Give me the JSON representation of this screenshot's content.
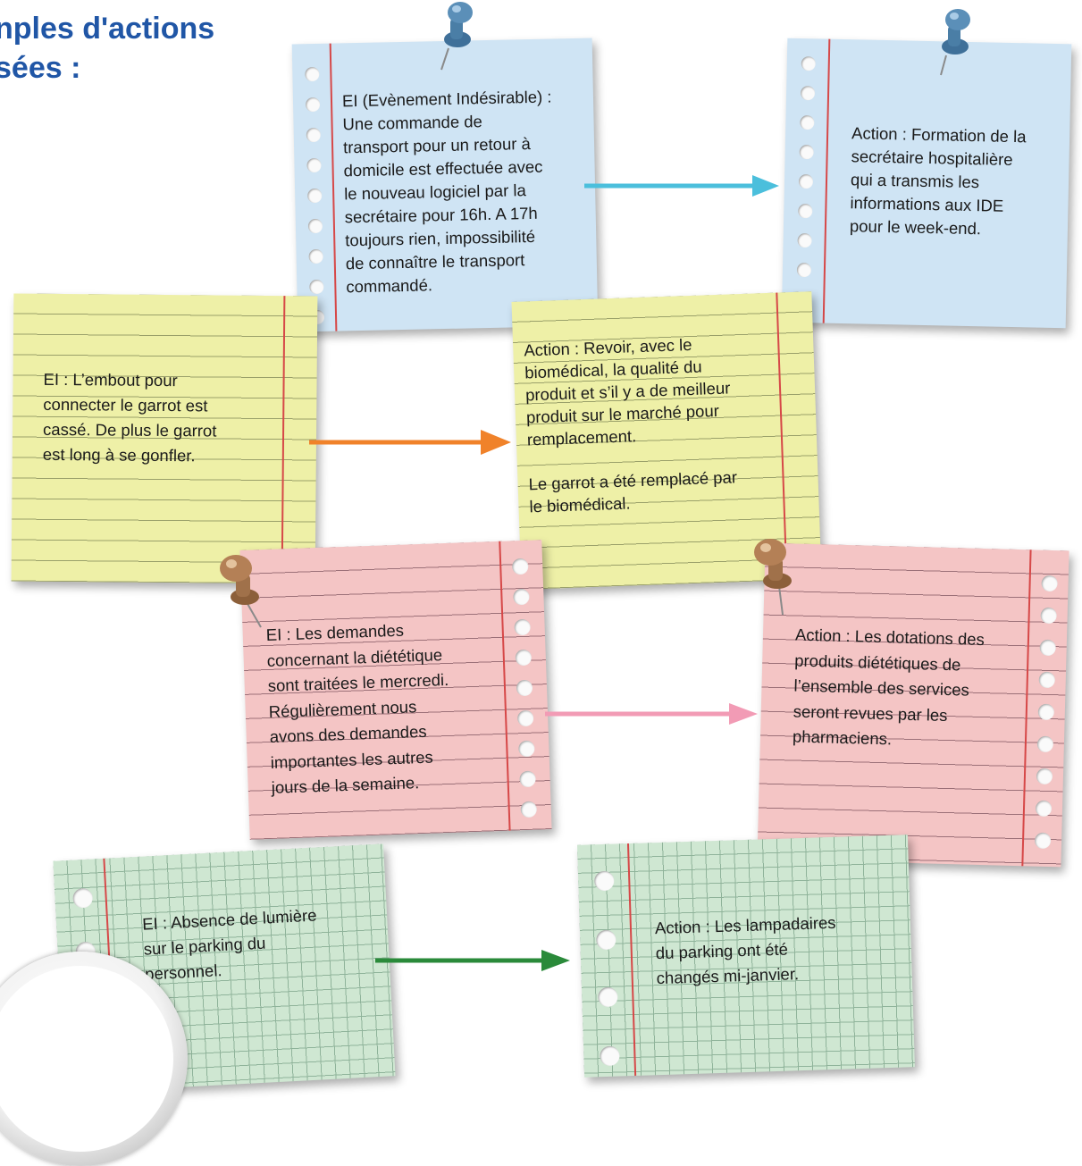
{
  "title": {
    "line1": "nples d'actions",
    "line2": "sées :"
  },
  "notes": {
    "blue_ei": {
      "lines": [
        "EI (Evènement Indésirable) :",
        "Une commande de",
        "transport pour un retour à",
        "domicile est effectuée avec",
        "le nouveau logiciel par la",
        "secrétaire pour 16h. A 17h",
        "toujours rien, impossibilité",
        "de connaître le transport",
        "commandé."
      ]
    },
    "blue_action": {
      "lines": [
        "Action : Formation de la",
        "secrétaire hospitalière",
        "qui a transmis les",
        "informations aux IDE",
        "pour le week-end."
      ]
    },
    "yellow_ei": {
      "lines": [
        "EI : L’embout pour",
        "connecter le garrot est",
        "cassé. De plus le garrot",
        "est long à se gonfler."
      ]
    },
    "yellow_action": {
      "lines": [
        "Action : Revoir, avec le",
        "biomédical, la qualité du",
        "produit et s’il y a de meilleur",
        "produit sur le marché pour",
        "remplacement.",
        "",
        "Le garrot a été remplacé par",
        "le biomédical."
      ]
    },
    "pink_ei": {
      "lines": [
        "EI : Les demandes",
        "concernant la diététique",
        "sont traitées le mercredi.",
        "Régulièrement nous",
        "avons des demandes",
        "importantes les autres",
        "jours de la semaine."
      ]
    },
    "pink_action": {
      "lines": [
        "Action : Les dotations des",
        "produits diététiques de",
        "l’ensemble des services",
        "seront revues par les",
        "pharmaciens."
      ]
    },
    "green_ei": {
      "lines": [
        "EI : Absence de lumière",
        "sur le parking du",
        "personnel."
      ]
    },
    "green_action": {
      "lines": [
        "Action : Les lampadaires",
        "du parking ont été",
        "changés mi-janvier."
      ]
    }
  },
  "colors": {
    "title": "#2056a6",
    "arrow_blue": "#4bbfdc",
    "arrow_orange": "#f0822a",
    "arrow_pink": "#f29bb5",
    "arrow_green": "#2a8a3a",
    "pin_blue": "#4a7ea6",
    "pin_brown": "#a0714a"
  },
  "icons": [
    "blue-pushpin-icon",
    "brown-pushpin-icon",
    "magnifier-icon"
  ]
}
